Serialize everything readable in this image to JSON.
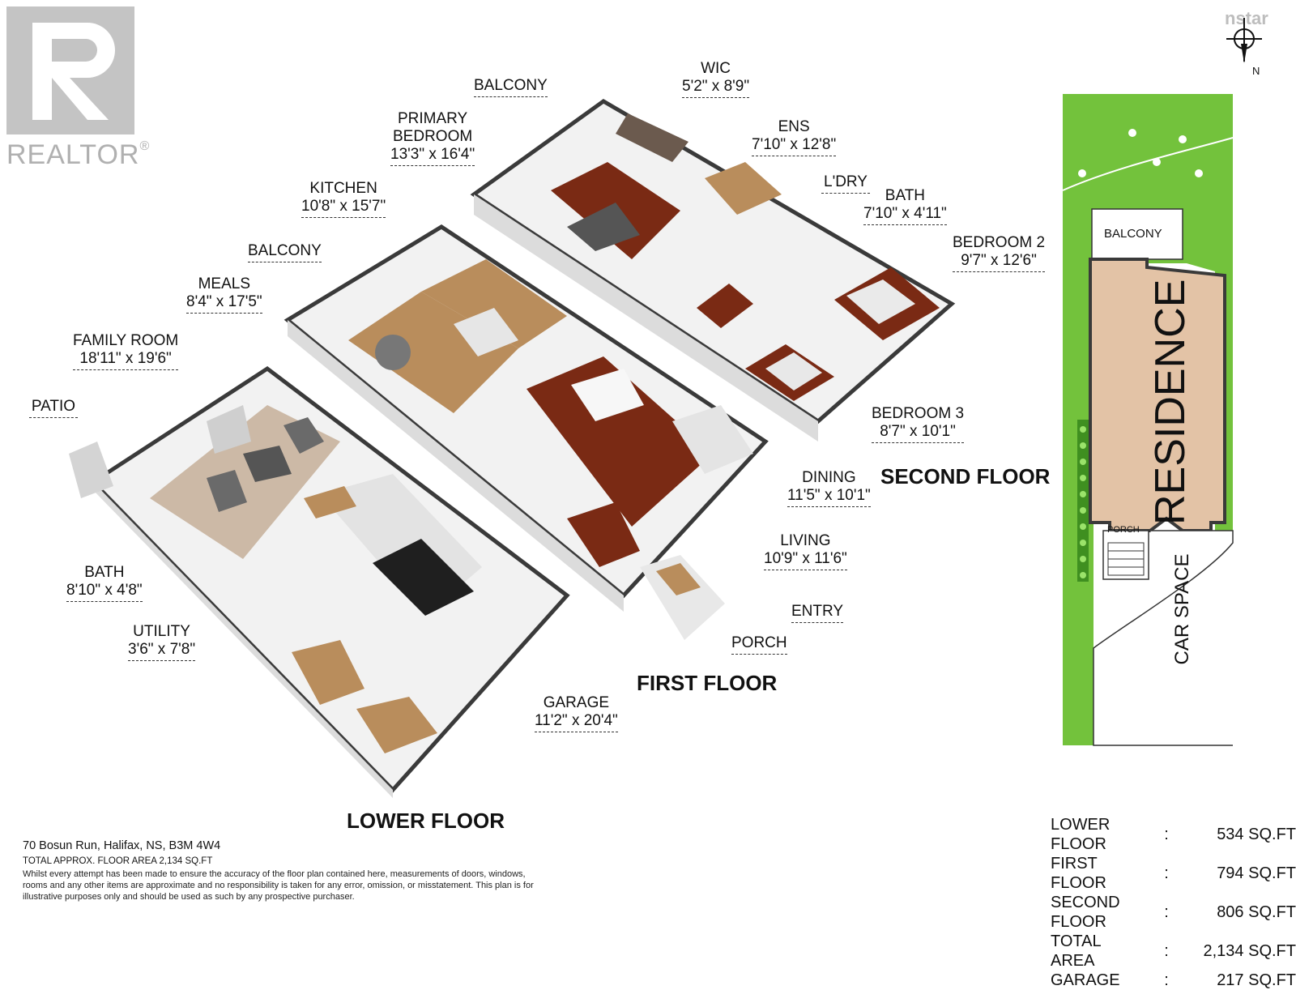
{
  "branding": {
    "realtor": "REALTOR",
    "registered": "®",
    "nstar": "nstar",
    "north": "N"
  },
  "floors": {
    "lower": "LOWER FLOOR",
    "first": "FIRST FLOOR",
    "second": "SECOND FLOOR"
  },
  "rooms": [
    {
      "id": "wic",
      "name": "WIC",
      "dim": "5'2\" x 8'9\""
    },
    {
      "id": "balcony-upper",
      "name": "BALCONY",
      "dim": ""
    },
    {
      "id": "primary-bedroom",
      "name": "PRIMARY\nBEDROOM",
      "dim": "13'3\" x 16'4\""
    },
    {
      "id": "ens",
      "name": "ENS",
      "dim": "7'10\" x 12'8\""
    },
    {
      "id": "laundry",
      "name": "L'DRY",
      "dim": ""
    },
    {
      "id": "bath-upper",
      "name": "BATH",
      "dim": "7'10\" x 4'11\""
    },
    {
      "id": "bedroom-2",
      "name": "BEDROOM 2",
      "dim": "9'7\" x 12'6\""
    },
    {
      "id": "bedroom-3",
      "name": "BEDROOM 3",
      "dim": "8'7\" x 10'1\""
    },
    {
      "id": "kitchen",
      "name": "KITCHEN",
      "dim": "10'8\" x 15'7\""
    },
    {
      "id": "balcony-mid",
      "name": "BALCONY",
      "dim": ""
    },
    {
      "id": "meals",
      "name": "MEALS",
      "dim": "8'4\" x 17'5\""
    },
    {
      "id": "dining",
      "name": "DINING",
      "dim": "11'5\" x 10'1\""
    },
    {
      "id": "living",
      "name": "LIVING",
      "dim": "10'9\" x 11'6\""
    },
    {
      "id": "entry",
      "name": "ENTRY",
      "dim": ""
    },
    {
      "id": "porch",
      "name": "PORCH",
      "dim": ""
    },
    {
      "id": "family-room",
      "name": "FAMILY ROOM",
      "dim": "18'11\" x 19'6\""
    },
    {
      "id": "patio",
      "name": "PATIO",
      "dim": ""
    },
    {
      "id": "bath-lower",
      "name": "BATH",
      "dim": "8'10\" x 4'8\""
    },
    {
      "id": "utility",
      "name": "UTILITY",
      "dim": "3'6\" x 7'8\""
    },
    {
      "id": "garage",
      "name": "GARAGE",
      "dim": "11'2\" x 20'4\""
    }
  ],
  "site_plan": {
    "balcony": "BALCONY",
    "residence": "RESIDENCE",
    "porch": "PORCH",
    "car_space": "CAR SPACE"
  },
  "footer": {
    "address": "70 Bosun Run, Halifax, NS, B3M 4W4",
    "total_area": "TOTAL APPROX. FLOOR AREA 2,134 SQ.FT",
    "disclaimer": "Whilst every attempt has been made to ensure the accuracy of the floor plan contained here, measurements of doors, windows, rooms and any other items are approximate and no responsibility is taken for any error, omission, or misstatement. This plan is for illustrative purposes only and should be used as such by any prospective purchaser."
  },
  "area_table": [
    {
      "label": "LOWER FLOOR",
      "value": "534 SQ.FT"
    },
    {
      "label": "FIRST FLOOR",
      "value": "794 SQ.FT"
    },
    {
      "label": "SECOND FLOOR",
      "value": "806 SQ.FT"
    },
    {
      "label": "TOTAL AREA",
      "value": "2,134 SQ.FT"
    },
    {
      "label": "GARAGE",
      "value": "217 SQ.FT"
    }
  ],
  "colors": {
    "grass": "#73c23c",
    "residence": "#e3c3a6",
    "wood_dark": "#7a2a14",
    "wood_light": "#b98d5c",
    "wall": "#3a3a3a",
    "concrete": "#e6e6e6"
  }
}
